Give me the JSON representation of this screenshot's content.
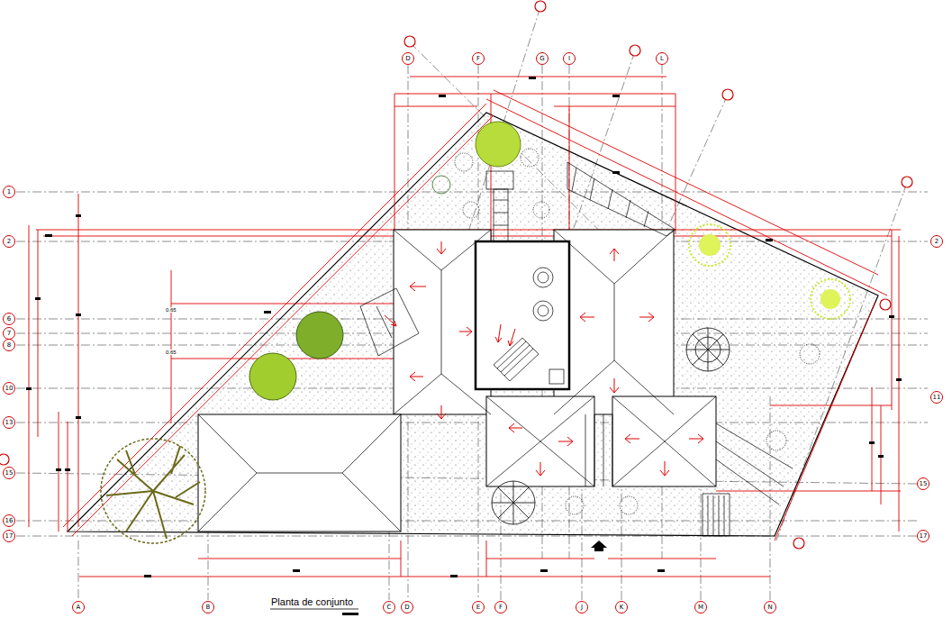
{
  "diagram": {
    "caption": "Planta de conjunto",
    "nodes": [
      {
        "text": [
          "D"
        ]
      },
      {
        "text": [
          "F"
        ]
      },
      {
        "text": [
          "G"
        ]
      },
      {
        "text": [
          "I"
        ]
      },
      {
        "text": [
          "L"
        ]
      },
      {
        "text": [
          "1"
        ]
      },
      {
        "text": [
          "2"
        ]
      },
      {
        "text": [
          "6"
        ]
      },
      {
        "text": [
          "7"
        ]
      },
      {
        "text": [
          "8"
        ]
      },
      {
        "text": [
          "10"
        ]
      },
      {
        "text": [
          "13"
        ]
      },
      {
        "text": [
          "15"
        ]
      },
      {
        "text": [
          "16"
        ]
      },
      {
        "text": [
          "17"
        ]
      },
      {
        "text": [
          "2"
        ]
      },
      {
        "text": [
          "11"
        ]
      },
      {
        "text": [
          "15"
        ]
      },
      {
        "text": [
          "17"
        ]
      },
      {
        "text": [
          "A"
        ]
      },
      {
        "text": [
          "B"
        ]
      },
      {
        "text": [
          "C"
        ]
      },
      {
        "text": [
          "D"
        ]
      },
      {
        "text": [
          "E"
        ]
      },
      {
        "text": [
          "F"
        ]
      },
      {
        "text": [
          "J"
        ]
      },
      {
        "text": [
          "K"
        ]
      },
      {
        "text": [
          "M"
        ]
      },
      {
        "text": [
          "N"
        ]
      }
    ],
    "edges": [],
    "labels": [
      "0.65",
      "0.65"
    ]
  }
}
